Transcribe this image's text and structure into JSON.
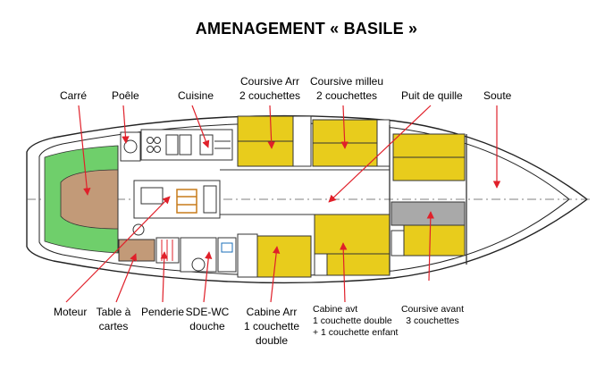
{
  "title": "AMENAGEMENT « BASILE »",
  "labels": {
    "carre": [
      "Carré"
    ],
    "poele": [
      "Poêle"
    ],
    "cuisine": [
      "Cuisine"
    ],
    "coursive_arr": [
      "Coursive Arr",
      "2 couchettes"
    ],
    "coursive_milleu": [
      "Coursive milleu",
      "2 couchettes"
    ],
    "puit_de_quille": [
      "Puit de quille"
    ],
    "soute": [
      "Soute"
    ],
    "moteur": [
      "Moteur"
    ],
    "table_a_cartes": [
      "Table à",
      "cartes"
    ],
    "penderie": [
      "Penderie"
    ],
    "sde_wc": [
      "SDE-WC",
      "douche"
    ],
    "cabine_arr": [
      "Cabine Arr",
      "1 couchette",
      "double"
    ],
    "cabine_avt": [
      "Cabine avt",
      "1 couchette double",
      "+ 1 couchette enfant"
    ],
    "coursive_avant": [
      "Coursive avant",
      "3 couchettes"
    ]
  },
  "colors": {
    "berth_yellow": "#e8cc1c",
    "salon_brown": "#c29a78",
    "bench_green": "#6fcf6b",
    "keel_grey": "#a9a9a9",
    "arrow_red": "#e0202a",
    "hull_line": "#222222"
  }
}
